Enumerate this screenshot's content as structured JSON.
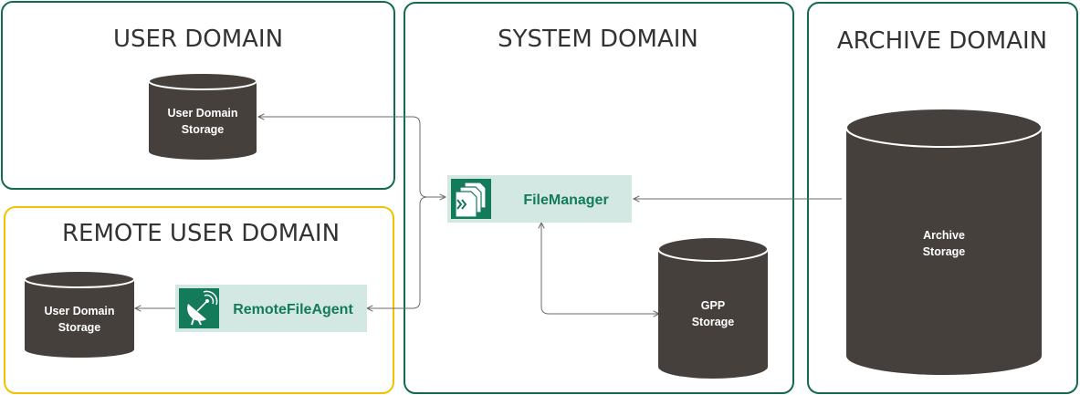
{
  "colors": {
    "domain_border": "#136b4f",
    "remote_border": "#f2c200",
    "cylinder_fill": "#45403c",
    "cylinder_rim": "#ffffff",
    "component_bg": "#d3e8e3",
    "icon_bg": "#137a5a",
    "component_text": "#137a5a",
    "connector": "#6b6b6b"
  },
  "domains": {
    "user": "USER DOMAIN",
    "remote": "REMOTE USER DOMAIN",
    "system": "SYSTEM DOMAIN",
    "archive": "ARCHIVE DOMAIN"
  },
  "storages": {
    "user": [
      "User Domain",
      "Storage"
    ],
    "remote": [
      "User Domain",
      "Storage"
    ],
    "gpp": [
      "GPP",
      "Storage"
    ],
    "archive": [
      "Archive",
      "Storage"
    ]
  },
  "components": {
    "file_manager": {
      "label": "FileManager",
      "icon": "file-manager-icon"
    },
    "remote_file_agent": {
      "label": "RemoteFileAgent",
      "icon": "satellite-dish-icon"
    }
  }
}
